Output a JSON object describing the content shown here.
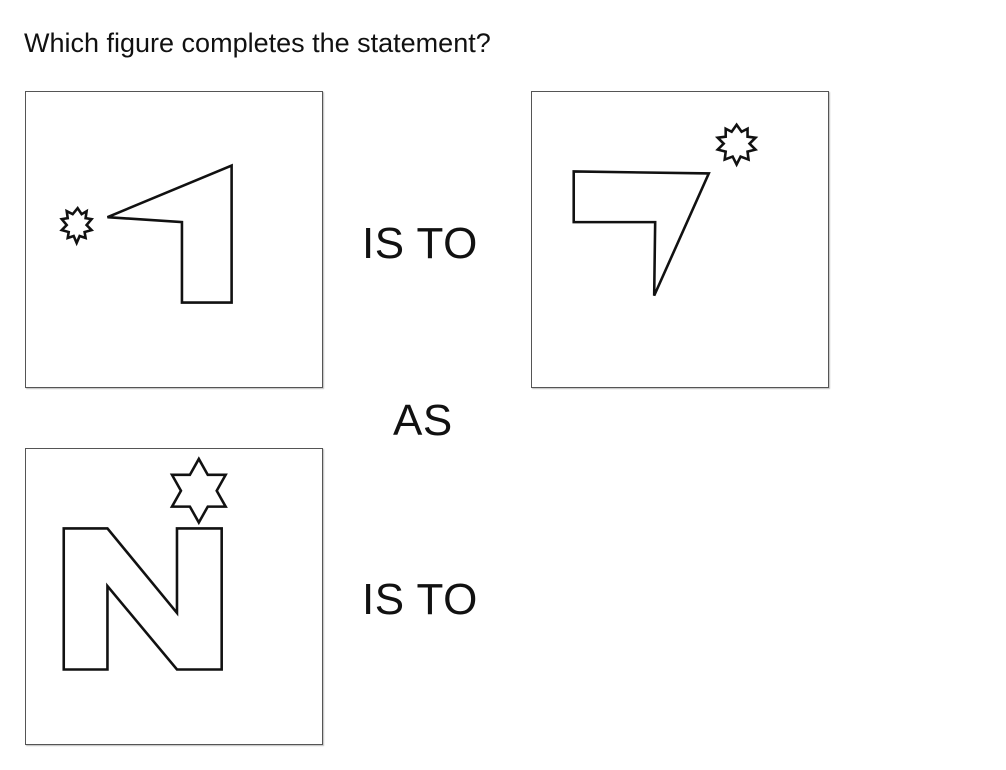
{
  "question": "Which figure completes the statement?",
  "analogy": {
    "relation_1": "IS TO",
    "connector": "AS",
    "relation_2": "IS TO"
  },
  "figures": [
    {
      "shape": "angular-hook",
      "marker": "star-burst-icon"
    },
    {
      "shape": "angular-hook-rotated",
      "marker": "star-burst-icon"
    },
    {
      "shape": "letter-n",
      "marker": "six-point-star-icon"
    }
  ]
}
